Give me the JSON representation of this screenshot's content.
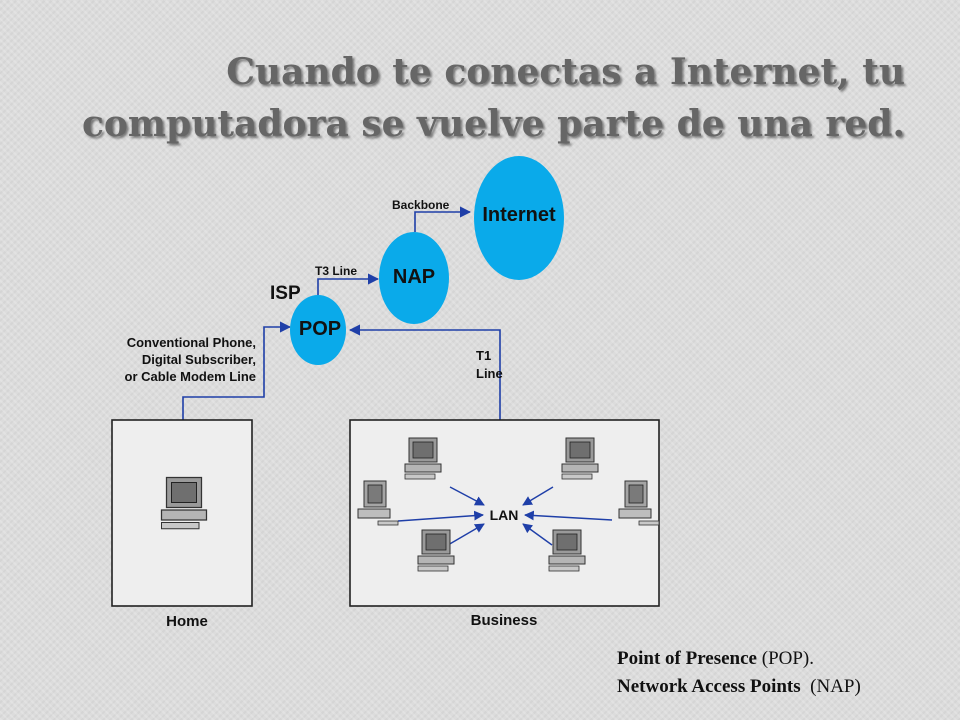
{
  "slide": {
    "title_line1": "Cuando te conectas a Internet, tu",
    "title_line2": "computadora se vuelve parte de una red."
  },
  "diagram": {
    "nodes": {
      "internet": "Internet",
      "nap": "NAP",
      "pop": "POP",
      "isp": "ISP",
      "lan": "LAN"
    },
    "links": {
      "backbone": "Backbone",
      "t3": "T3 Line",
      "t1_line1": "T1",
      "t1_line2": "Line",
      "home_line1": "Conventional Phone,",
      "home_line2": "Digital Subscriber,",
      "home_line3": "or Cable Modem Line"
    },
    "boxes": {
      "home": "Home",
      "business": "Business"
    },
    "colors": {
      "node_fill": "#0aaaea",
      "line": "#1f3fa8"
    }
  },
  "footnote": {
    "line1_pre": "Point of Presence",
    "line1_post": " (POP).",
    "line2_pre": "Network Access Points",
    "line2_post": "  (NAP)"
  }
}
